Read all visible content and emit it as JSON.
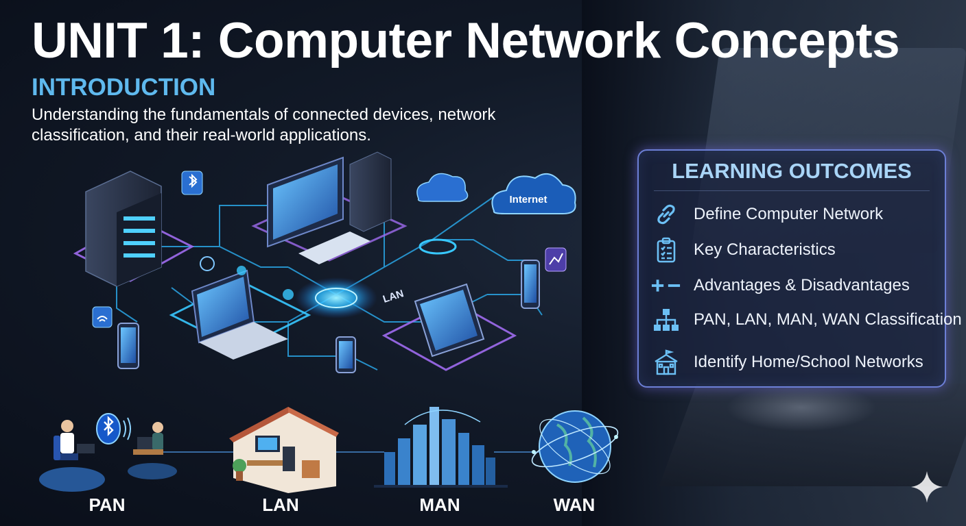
{
  "title": "UNIT 1: Computer Network Concepts",
  "intro": {
    "heading": "INTRODUCTION",
    "text_line1": "Understanding the fundamentals of connected devices, network",
    "text_line2": "classification, and their real-world applications."
  },
  "diagram": {
    "cloud_label": "Internet",
    "hub_label": "LAN"
  },
  "learning_outcomes": {
    "title": "LEARNING OUTCOMES",
    "items": [
      {
        "label": "Define Computer Network",
        "icon": "link-icon"
      },
      {
        "label": "Key Characteristics",
        "icon": "clipboard-checklist-icon"
      },
      {
        "label": "Advantages & Disadvantages",
        "icon": "plus-minus-icon"
      },
      {
        "label": "PAN, LAN, MAN, WAN Classification",
        "icon": "hierarchy-icon"
      },
      {
        "label": "Identify Home/School Networks",
        "icon": "school-building-icon"
      }
    ]
  },
  "network_types": [
    {
      "label": "PAN",
      "icon": "person-bluetooth-icon"
    },
    {
      "label": "LAN",
      "icon": "home-office-icon"
    },
    {
      "label": "MAN",
      "icon": "city-skyline-icon"
    },
    {
      "label": "WAN",
      "icon": "globe-icon"
    }
  ],
  "colors": {
    "accent_blue": "#5fb9ee",
    "panel_border": "#6c7fd6",
    "glow_cyan": "#38c8ff",
    "glow_purple": "#a06cf0"
  }
}
